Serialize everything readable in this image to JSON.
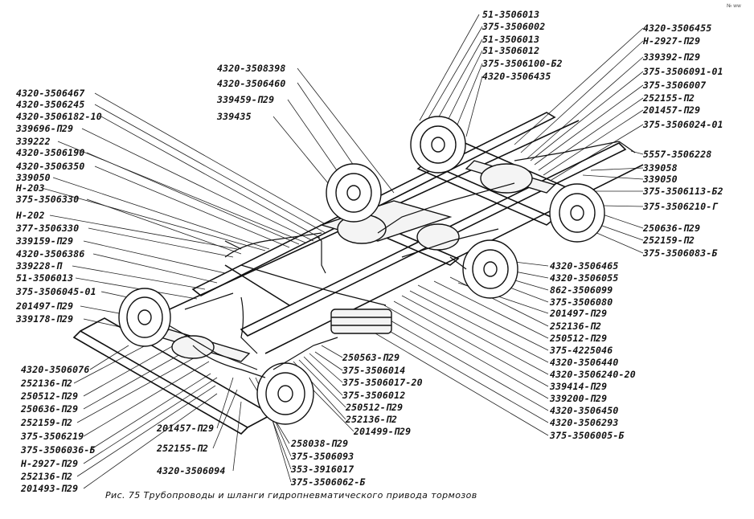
{
  "corner_mark": "№ ww",
  "caption": "Рис. 75 Трубопроводы и шланги гидропневматического привода тормозов",
  "labels_top": [
    "51-3506013",
    "375-3506002",
    "51-3506013",
    "51-3506012",
    "375-3506100-Б2",
    "4320-3506435"
  ],
  "labels_top_middle": [
    "4320-3508398",
    "4320-3506460",
    "339459-П29",
    "339435"
  ],
  "labels_left": [
    "4320-3506467",
    "4320-3506245",
    "4320-3506182-10",
    "339696-П29",
    "339222",
    "4320-3506190",
    "4320-3506350",
    "339050",
    "Н-203",
    "375-3506330",
    "Н-202",
    "377-3506330",
    "339159-П29",
    "4320-3506386",
    "339228-П",
    "51-3506013",
    "375-3506045-01",
    "201497-П29",
    "339178-П29"
  ],
  "labels_bottom_left": [
    "4320-3506076",
    "252136-П2",
    "250512-П29",
    "250636-П29",
    "252159-П2",
    "375-3506219",
    "375-3506036-Б",
    "Н-2927-П29",
    "252136-П2",
    "201493-П29"
  ],
  "labels_bottom_middle": [
    "201457-П29",
    "252155-П2",
    "4320-3506094",
    "258038-П29",
    "375-3506093",
    "353-3916017",
    "375-3506062-Б"
  ],
  "labels_center_bottom": [
    "250563-П29",
    "375-3506014",
    "375-3506017-20",
    "375-3506012",
    "250512-П29",
    "252136-П2",
    "201499-П29"
  ],
  "labels_right_top": [
    "4320-3506455",
    "Н-2927-П29",
    "339392-П29",
    "375-3506091-01",
    "375-3506007",
    "252155-П2",
    "201457-П29",
    "375-3506024-01"
  ],
  "labels_right_middle": [
    "5557-3506228",
    "339058",
    "339050",
    "375-3506113-Б2",
    "375-3506210-Г",
    "250636-П29",
    "252159-П2",
    "375-3506083-Б"
  ],
  "labels_right_bottom": [
    "4320-3506465",
    "4320-3506055",
    "862-3506099",
    "375-3506080",
    "201497-П29",
    "252136-П2",
    "250512-П29",
    "375-4225046",
    "4320-3506440",
    "4320-3506240-20",
    "339414-П29",
    "339200-П29",
    "4320-3506450",
    "4320-3506293",
    "375-3506005-Б"
  ]
}
